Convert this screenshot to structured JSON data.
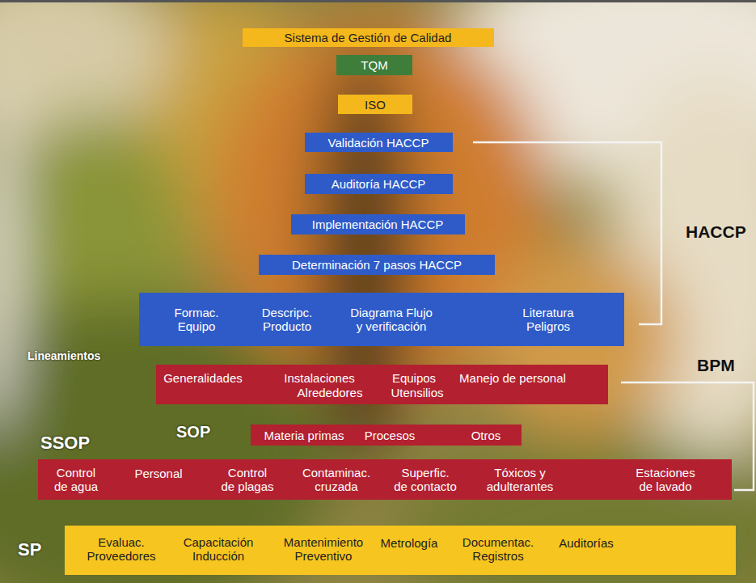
{
  "diagram": {
    "nodes": [
      {
        "text": [
          "Sistema de Gestión de Calidad"
        ]
      },
      {
        "text": [
          "TQM"
        ]
      },
      {
        "text": [
          "ISO"
        ]
      },
      {
        "text": [
          "Validación HACCP"
        ]
      },
      {
        "text": [
          "Auditoría HACCP"
        ]
      },
      {
        "text": [
          "Implementación HACCP"
        ]
      },
      {
        "text": [
          "Determinación 7 pasos HACCP"
        ]
      },
      {
        "text": [
          "Formac. Equipo",
          "Descripc. Producto",
          "Diagrama Flujo y verificación",
          "Literatura Peligros"
        ]
      },
      {
        "text": [
          "Generalidades",
          "Instalaciones",
          "Equipos",
          "Manejo de personal",
          "Alrededores",
          "Utensilios"
        ]
      },
      {
        "text": [
          "Materia primas",
          "Procesos",
          "Otros"
        ]
      },
      {
        "text": [
          "Control de agua",
          "Personal",
          "Control de plagas",
          "Contaminac. cruzada",
          "Superfic. de contacto",
          "Tóxicos y adulterantes",
          "Estaciones de lavado"
        ]
      },
      {
        "text": [
          "Evaluac. Proveedores",
          "Capacitación Inducción",
          "Mantenimiento Preventivo",
          "Metrología",
          "Documentac. Registros",
          "Auditorías"
        ]
      }
    ],
    "labels": [
      "HACCP",
      "Lineamientos",
      "BPM",
      "SOP",
      "SSOP",
      "SP"
    ]
  }
}
